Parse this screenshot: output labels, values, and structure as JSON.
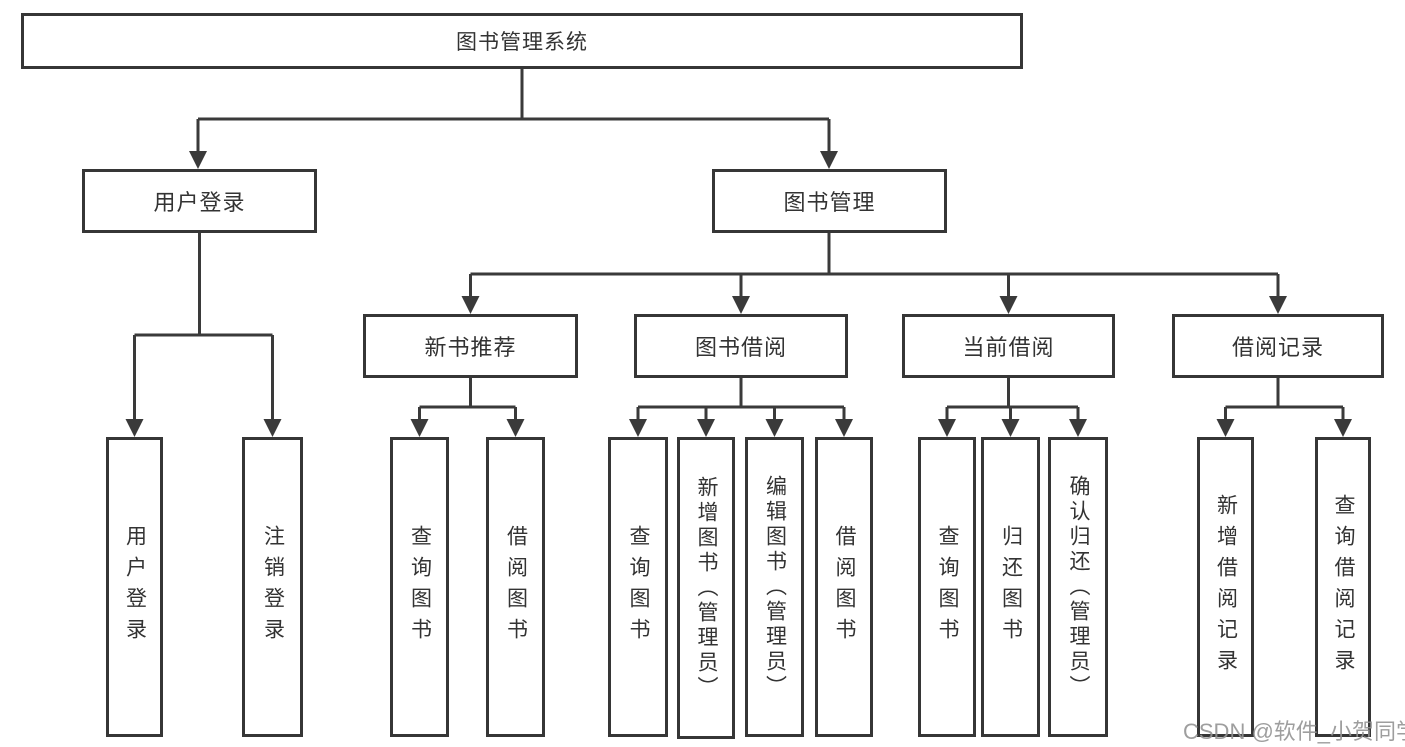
{
  "diagram": {
    "root": {
      "label": "图书管理系统"
    },
    "branches": [
      {
        "label": "用户登录",
        "children": [
          {
            "label": "用户登录"
          },
          {
            "label": "注销登录"
          }
        ]
      },
      {
        "label": "图书管理",
        "children": [
          {
            "label": "新书推荐",
            "children": [
              {
                "label": "查询图书"
              },
              {
                "label": "借阅图书"
              }
            ]
          },
          {
            "label": "图书借阅",
            "children": [
              {
                "label": "查询图书"
              },
              {
                "label": "新增图书（管理员）"
              },
              {
                "label": "编辑图书（管理员）"
              },
              {
                "label": "借阅图书"
              }
            ]
          },
          {
            "label": "当前借阅",
            "children": [
              {
                "label": "查询图书"
              },
              {
                "label": "归还图书"
              },
              {
                "label": "确认归还（管理员）"
              }
            ]
          },
          {
            "label": "借阅记录",
            "children": [
              {
                "label": "新增借阅记录"
              },
              {
                "label": "查询借阅记录"
              }
            ]
          }
        ]
      }
    ]
  },
  "watermark": {
    "text": "CSDN @软件_小贺同学"
  },
  "colors": {
    "line": "#3a3a3a",
    "box_border": "#363636",
    "text": "#333333",
    "watermark": "#949494",
    "background": "#ffffff"
  }
}
